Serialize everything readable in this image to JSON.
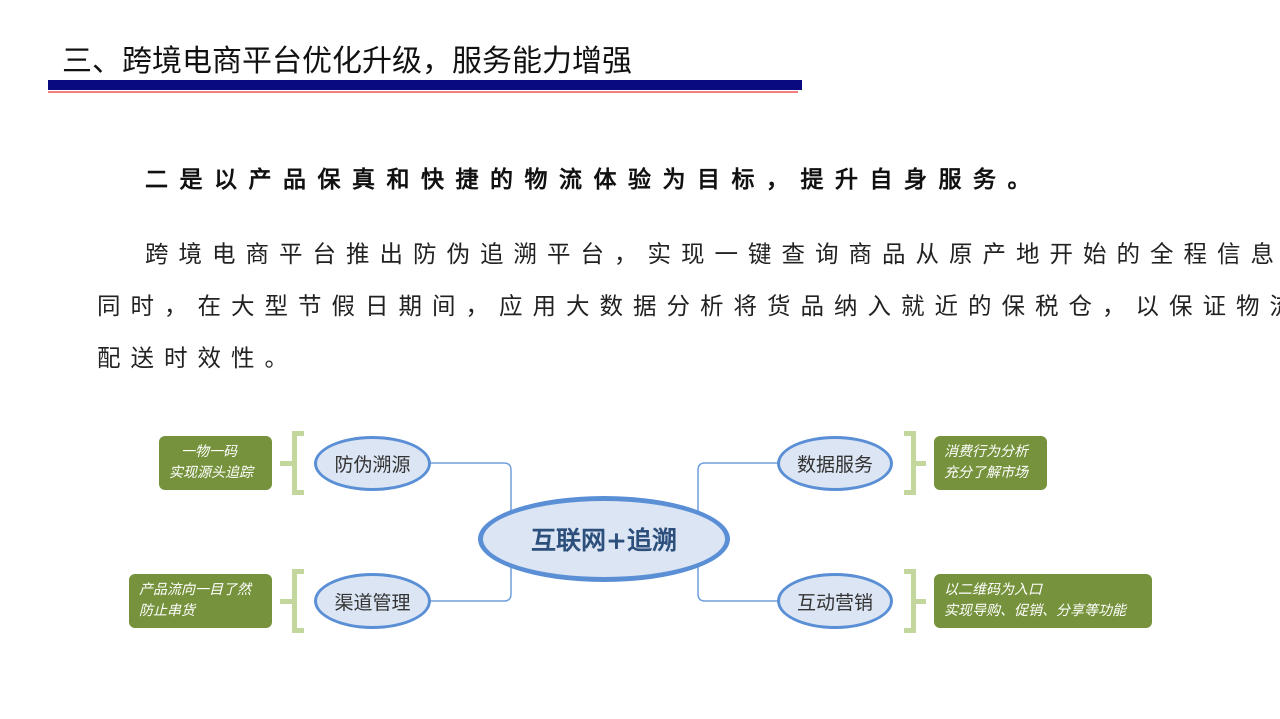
{
  "title": "三、跨境电商平台优化升级，服务能力增强",
  "subheading": "二是以产品保真和快捷的物流体验为目标，提升自身服务。",
  "body_lines": [
    "跨境电商平台推出防伪追溯平台，实现一键查询商品从原产地开始的全程信息；",
    "同时，在大型节假日期间，应用大数据分析将货品纳入就近的保税仓，以保证物流",
    "配送时效性。"
  ],
  "diagram": {
    "center": "互联网+追溯",
    "branches": [
      {
        "label": "防伪溯源",
        "notes": [
          "一物一码",
          "实现源头追踪"
        ]
      },
      {
        "label": "渠道管理",
        "notes": [
          "产品流向一目了然",
          "防止串货"
        ]
      },
      {
        "label": "数据服务",
        "notes": [
          "消费行为分析",
          "充分了解市场"
        ]
      },
      {
        "label": "互动营销",
        "notes": [
          "以二维码为入口",
          "实现导购、促销、分享等功能"
        ]
      }
    ]
  },
  "colors": {
    "navy": "#0a0a80",
    "node_border": "#5a8fd6",
    "node_fill": "#dbe5f3",
    "note_green": "#76923c",
    "bracket": "#c3d69b"
  }
}
